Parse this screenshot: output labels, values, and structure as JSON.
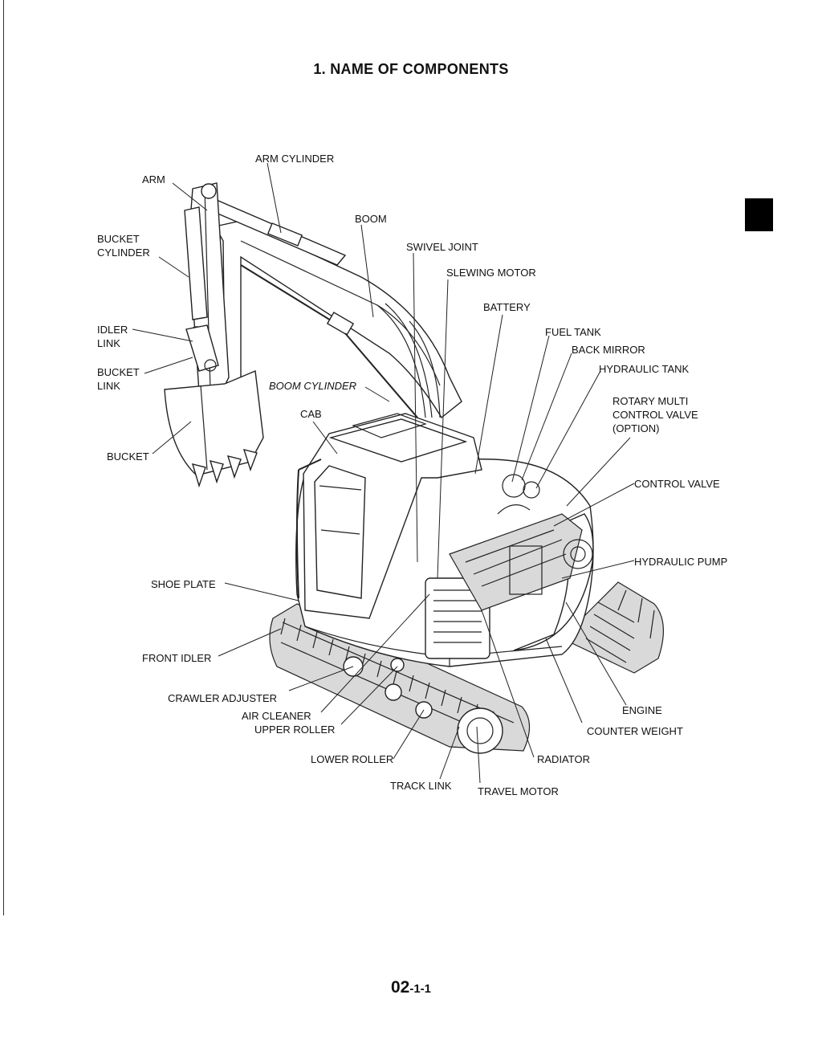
{
  "title": "1. NAME OF COMPONENTS",
  "page_number": {
    "main": "02",
    "sub": "-1-1"
  },
  "labels": {
    "arm_cylinder": "ARM CYLINDER",
    "arm": "ARM",
    "boom": "BOOM",
    "swivel_joint": "SWIVEL JOINT",
    "bucket_cylinder_1": "BUCKET",
    "bucket_cylinder_2": "CYLINDER",
    "slewing_motor": "SLEWING MOTOR",
    "battery": "BATTERY",
    "idler_link_1": "IDLER",
    "idler_link_2": "LINK",
    "fuel_tank": "FUEL TANK",
    "back_mirror": "BACK MIRROR",
    "hydraulic_tank": "HYDRAULIC TANK",
    "bucket_link_1": "BUCKET",
    "bucket_link_2": "LINK",
    "boom_cylinder": "BOOM CYLINDER",
    "rotary_1": "ROTARY MULTI",
    "rotary_2": "CONTROL VALVE",
    "rotary_3": "(OPTION)",
    "cab": "CAB",
    "bucket": "BUCKET",
    "control_valve": "CONTROL VALVE",
    "hydraulic_pump": "HYDRAULIC PUMP",
    "shoe_plate": "SHOE PLATE",
    "front_idler": "FRONT IDLER",
    "crawler_adjuster": "CRAWLER ADJUSTER",
    "air_cleaner": "AIR CLEANER",
    "upper_roller": "UPPER ROLLER",
    "engine": "ENGINE",
    "counter_weight": "COUNTER WEIGHT",
    "lower_roller": "LOWER ROLLER",
    "radiator": "RADIATOR",
    "track_link": "TRACK LINK",
    "travel_motor": "TRAVEL MOTOR"
  }
}
